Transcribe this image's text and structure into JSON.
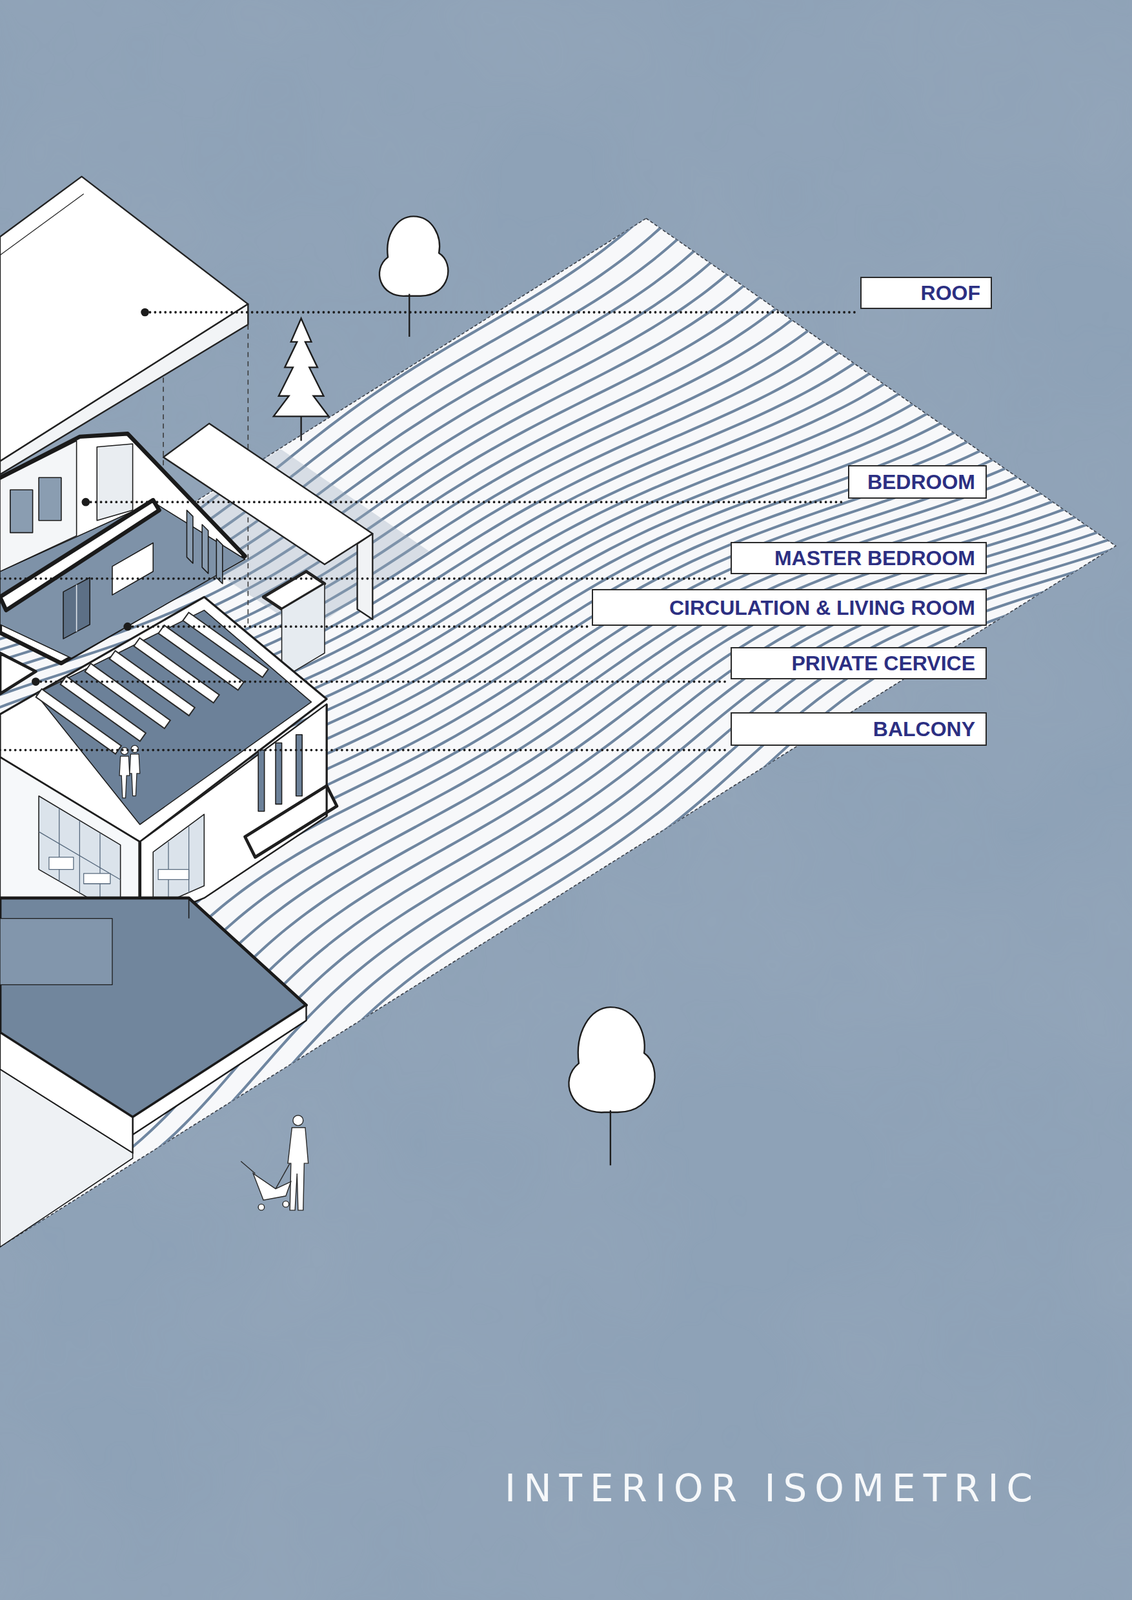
{
  "diagram": {
    "title": "INTERIOR ISOMETRIC",
    "nodes": [
      {
        "text": [
          "ROOF"
        ]
      },
      {
        "text": [
          "BEDROOM"
        ]
      },
      {
        "text": [
          "MASTER BEDROOM"
        ]
      },
      {
        "text": [
          "CIRCULATION & LIVING ROOM"
        ]
      },
      {
        "text": [
          "PRIVATE CERVICE"
        ]
      },
      {
        "text": [
          "BALCONY"
        ]
      }
    ]
  }
}
